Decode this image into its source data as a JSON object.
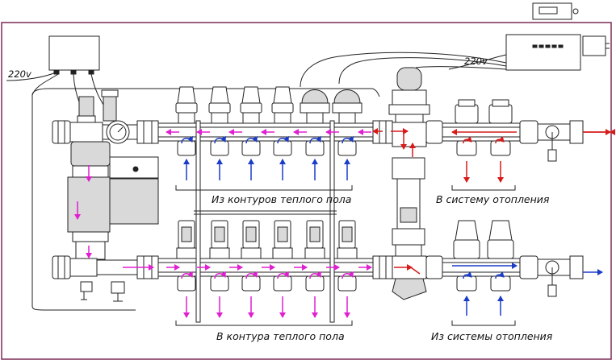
{
  "labels": {
    "left_power": "220v",
    "right_power": "220v",
    "supply_loops": "Из контуров теплого пола",
    "return_loops": "В контура теплого пола",
    "to_heating": "В систему отопления",
    "from_heating": "Из системы отопления"
  },
  "colors": {
    "frame": "#7a2a55",
    "line": "#222222",
    "fill_gray": "#d9d9d9",
    "pink_arrow": "#e020d0",
    "blue_arrow": "#1a3cc8",
    "red_arrow": "#d81a1a"
  }
}
